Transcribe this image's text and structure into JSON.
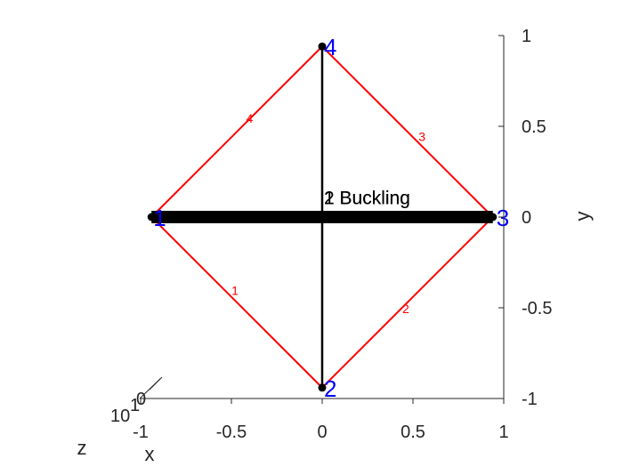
{
  "chart_data": {
    "type": "diagram",
    "xlim": [
      -1,
      1
    ],
    "ylim": [
      -1,
      1
    ],
    "x_ticks": [
      {
        "value": -1,
        "label": "-1"
      },
      {
        "value": -0.5,
        "label": "-0.5"
      },
      {
        "value": 0,
        "label": "0"
      },
      {
        "value": 0.5,
        "label": "0.5"
      },
      {
        "value": 1,
        "label": "1"
      }
    ],
    "y_ticks": [
      {
        "value": 1,
        "label": "1"
      },
      {
        "value": 0.5,
        "label": "0.5"
      },
      {
        "value": 0,
        "label": "0"
      },
      {
        "value": -0.5,
        "label": "-0.5"
      },
      {
        "value": -1,
        "label": "-1"
      }
    ],
    "xlabel": "x",
    "ylabel": "y",
    "zlabel": "z",
    "z_tick_labels": [
      "10",
      "1",
      "0"
    ],
    "nodes": [
      {
        "label": "1",
        "x": -0.94,
        "y": 0
      },
      {
        "label": "2",
        "x": 0,
        "y": -0.94
      },
      {
        "label": "3",
        "x": 0.94,
        "y": 0
      },
      {
        "label": "4",
        "x": 0,
        "y": 0.94
      }
    ],
    "elements": [
      {
        "label": "1",
        "from": 0,
        "to": 1,
        "label_at": [
          -0.48,
          -0.43
        ]
      },
      {
        "label": "2",
        "from": 1,
        "to": 2,
        "label_at": [
          0.46,
          -0.53
        ]
      },
      {
        "label": "3",
        "from": 2,
        "to": 3,
        "label_at": [
          0.55,
          0.42
        ]
      },
      {
        "label": "4",
        "from": 3,
        "to": 0,
        "label_at": [
          -0.4,
          0.52
        ]
      }
    ],
    "members": [
      {
        "from": 0,
        "to": 2,
        "style": "thick"
      },
      {
        "from": 1,
        "to": 3,
        "style": "thin"
      }
    ],
    "annotations": [
      {
        "text": "1 Buckling",
        "x": 0.01,
        "y": 0.07
      },
      {
        "text": "2 Buckling",
        "x": 0.01,
        "y": 0.07
      }
    ],
    "colors": {
      "element": "#ff0000",
      "node_label": "#0000ff",
      "member": "#000000",
      "axis": "#262626"
    }
  }
}
